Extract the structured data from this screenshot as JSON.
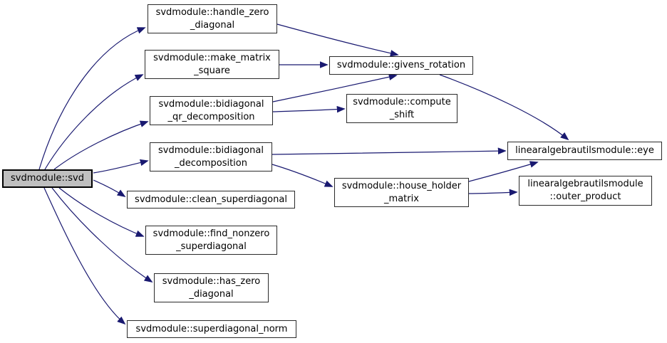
{
  "diagram": {
    "type": "call-graph",
    "edge_color": "#191970",
    "node_fill": "#ffffff",
    "root_node_fill": "#bfbfbf",
    "node_border_color": "#2a2a2a",
    "text_color": "#000000"
  },
  "nodes": {
    "svd": {
      "label": "svdmodule::svd"
    },
    "handle_zero_diagonal": {
      "line1": "svdmodule::handle_zero",
      "line2": "_diagonal"
    },
    "make_matrix_square": {
      "line1": "svdmodule::make_matrix",
      "line2": "_square"
    },
    "bidiagonal_qr_decomposition": {
      "line1": "svdmodule::bidiagonal",
      "line2": "_qr_decomposition"
    },
    "bidiagonal_decomposition": {
      "line1": "svdmodule::bidiagonal",
      "line2": "_decomposition"
    },
    "clean_superdiagonal": {
      "label": "svdmodule::clean_superdiagonal"
    },
    "find_nonzero_superdiagonal": {
      "line1": "svdmodule::find_nonzero",
      "line2": "_superdiagonal"
    },
    "has_zero_diagonal": {
      "line1": "svdmodule::has_zero",
      "line2": "_diagonal"
    },
    "superdiagonal_norm": {
      "label": "svdmodule::superdiagonal_norm"
    },
    "givens_rotation": {
      "label": "svdmodule::givens_rotation"
    },
    "compute_shift": {
      "line1": "svdmodule::compute",
      "line2": "_shift"
    },
    "house_holder_matrix": {
      "line1": "svdmodule::house_holder",
      "line2": "_matrix"
    },
    "eye": {
      "label": "linearalgebrautilsmodule::eye"
    },
    "outer_product": {
      "line1": "linearalgebrautilsmodule",
      "line2": "::outer_product"
    }
  },
  "edges": [
    {
      "from": "svd",
      "to": "handle_zero_diagonal"
    },
    {
      "from": "svd",
      "to": "make_matrix_square"
    },
    {
      "from": "svd",
      "to": "bidiagonal_qr_decomposition"
    },
    {
      "from": "svd",
      "to": "bidiagonal_decomposition"
    },
    {
      "from": "svd",
      "to": "clean_superdiagonal"
    },
    {
      "from": "svd",
      "to": "find_nonzero_superdiagonal"
    },
    {
      "from": "svd",
      "to": "has_zero_diagonal"
    },
    {
      "from": "svd",
      "to": "superdiagonal_norm"
    },
    {
      "from": "handle_zero_diagonal",
      "to": "givens_rotation"
    },
    {
      "from": "make_matrix_square",
      "to": "givens_rotation"
    },
    {
      "from": "bidiagonal_qr_decomposition",
      "to": "givens_rotation"
    },
    {
      "from": "bidiagonal_qr_decomposition",
      "to": "compute_shift"
    },
    {
      "from": "bidiagonal_decomposition",
      "to": "eye"
    },
    {
      "from": "bidiagonal_decomposition",
      "to": "house_holder_matrix"
    },
    {
      "from": "givens_rotation",
      "to": "eye"
    },
    {
      "from": "house_holder_matrix",
      "to": "eye"
    },
    {
      "from": "house_holder_matrix",
      "to": "outer_product"
    }
  ]
}
